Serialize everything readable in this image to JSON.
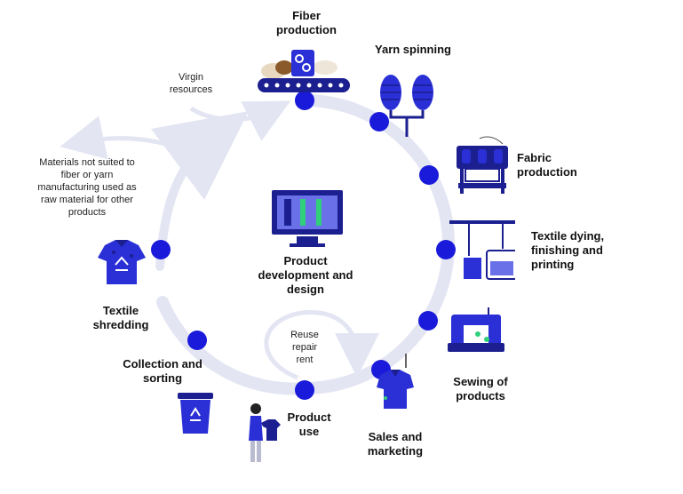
{
  "colors": {
    "ring": "#e3e5f3",
    "node": "#1a1adb",
    "icon_blue": "#2a2fd6",
    "icon_dark": "#1b1f8f",
    "text": "#111111"
  },
  "stages": {
    "fiber_production": "Fiber production",
    "yarn_spinning": "Yarn spinning",
    "fabric_production": "Fabric production",
    "textile_dying": "Textile dying, finishing and printing",
    "sewing": "Sewing of products",
    "sales": "Sales and marketing",
    "product_use": "Product use",
    "collection": "Collection and sorting",
    "shredding": "Textile shredding",
    "product_development": "Product development and design"
  },
  "notes": {
    "virgin": "Virgin resources",
    "materials_not_suited": "Materials not suited to fiber or yarn manufacturing used as raw material for other products",
    "reuse": "Reuse repair rent"
  },
  "icons": [
    "fiber-machine-icon",
    "yarn-spools-icon",
    "knitting-machine-icon",
    "dye-baths-icon",
    "sewing-machine-icon",
    "shirt-hanger-icon",
    "woman-with-shirt-icon",
    "recycling-bin-icon",
    "shredded-shirt-icon",
    "design-monitor-icon"
  ]
}
